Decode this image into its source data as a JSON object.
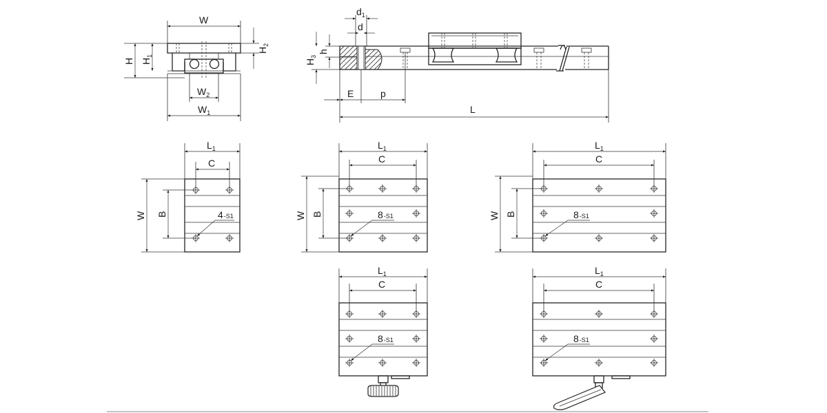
{
  "colors": {
    "line": "#222222",
    "hatch": "#333333",
    "paper": "#ffffff"
  },
  "front_view": {
    "W": "W",
    "H": "H",
    "H1": "H",
    "H1_sub": "1",
    "H2": "H",
    "H2_sub": "2",
    "W2": "W",
    "W2_sub": "2",
    "W1": "W",
    "W1_sub": "1"
  },
  "side_view": {
    "d1": "d",
    "d1_sub": "1",
    "d": "d",
    "h": "h",
    "H3": "H",
    "H3_sub": "3",
    "E": "E",
    "p": "p",
    "L": "L"
  },
  "plans": {
    "small": {
      "L1": "L",
      "L1_sub": "1",
      "C": "C",
      "W": "W",
      "B": "B",
      "holes": "4",
      "holes_sub": "-S1"
    },
    "mid": {
      "L1": "L",
      "L1_sub": "1",
      "C": "C",
      "W": "W",
      "B": "B",
      "holes": "8",
      "holes_sub": "-S1"
    },
    "right": {
      "L1": "L",
      "L1_sub": "1",
      "C": "C",
      "W": "W",
      "B": "B",
      "holes": "8",
      "holes_sub": "-S1"
    },
    "knob": {
      "L1": "L",
      "L1_sub": "1",
      "C": "C",
      "holes": "8",
      "holes_sub": "-S1"
    },
    "lever": {
      "L1": "L",
      "L1_sub": "1",
      "C": "C",
      "holes": "8",
      "holes_sub": "-S1"
    }
  }
}
